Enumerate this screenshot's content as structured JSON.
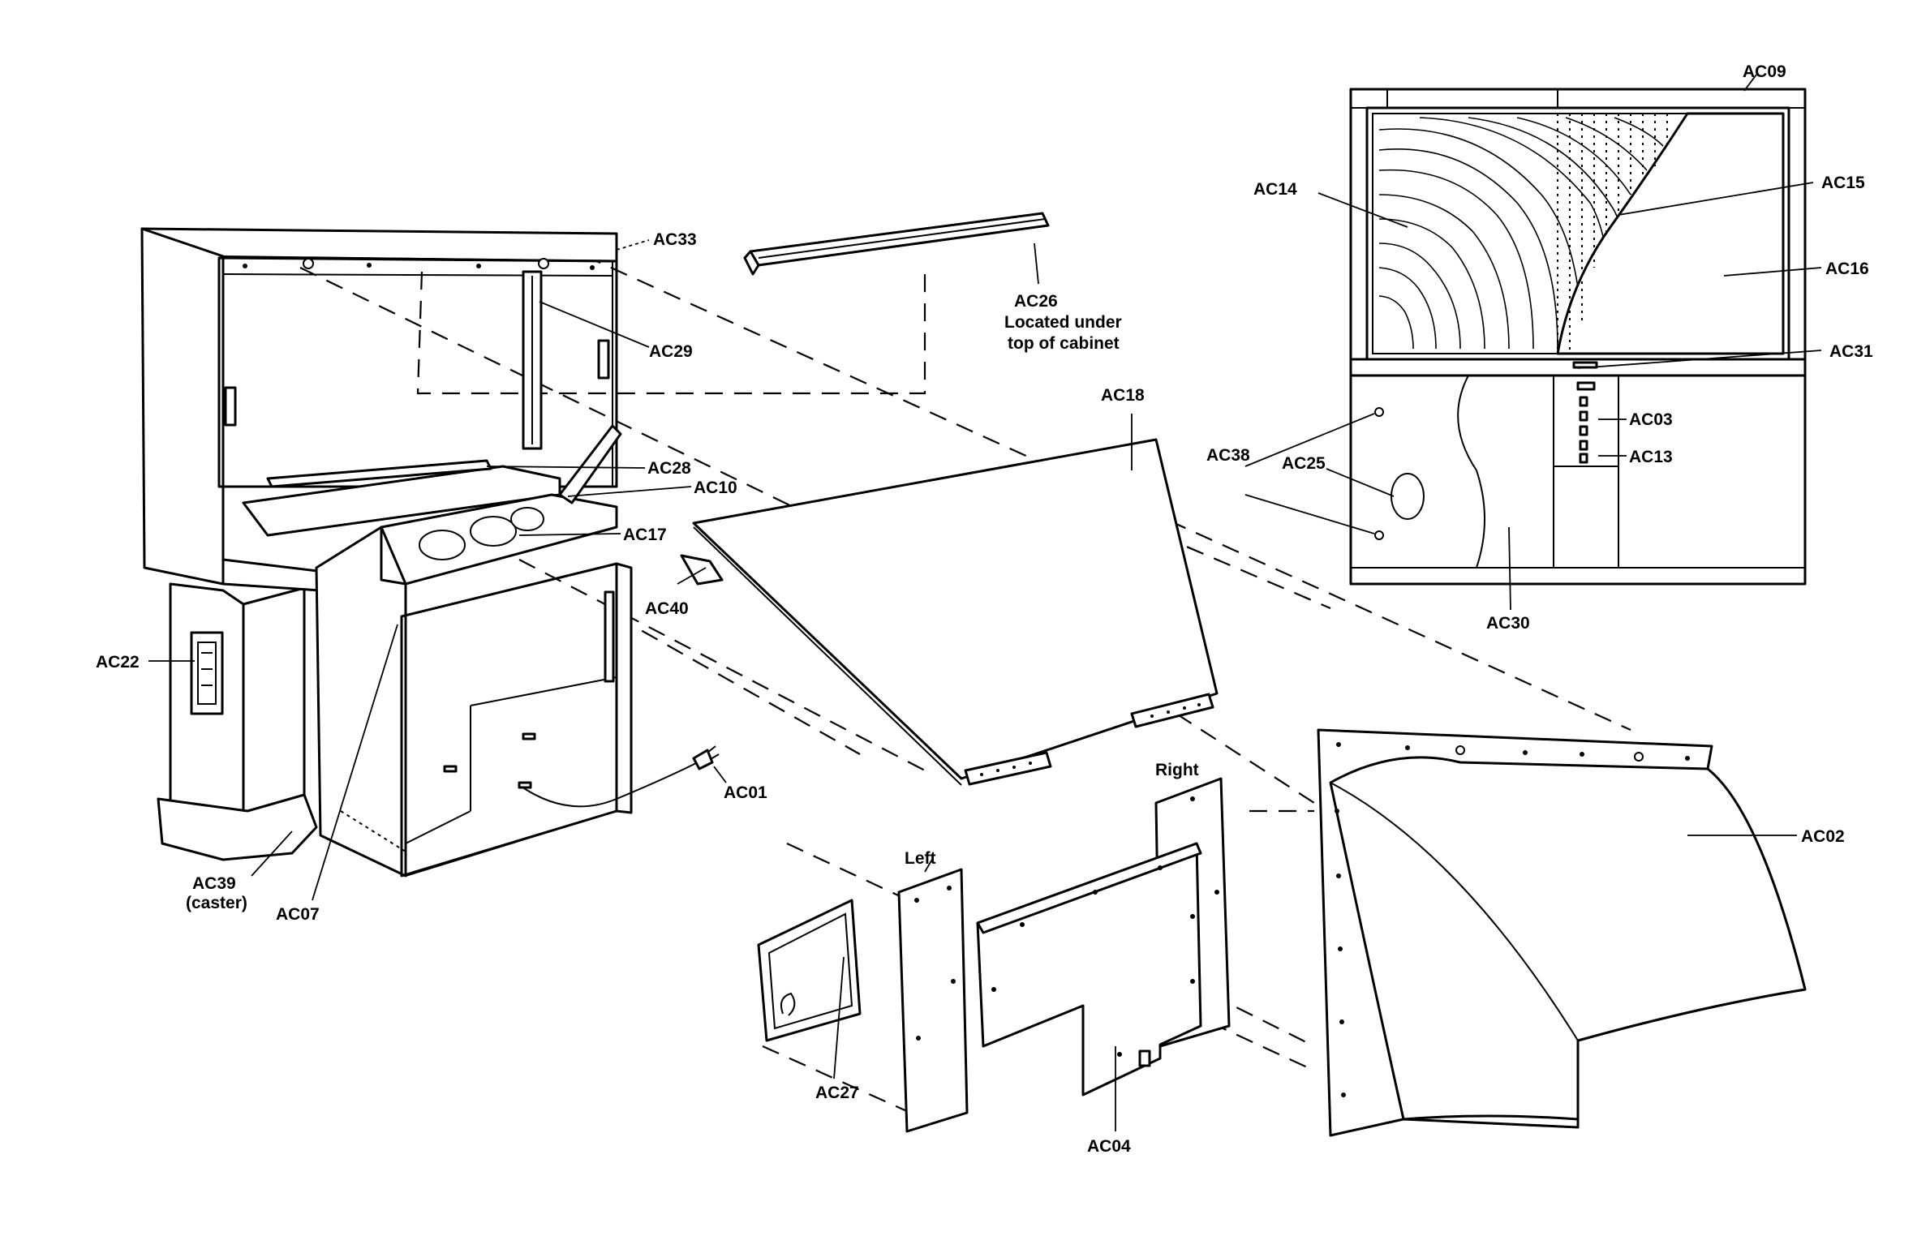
{
  "labels": {
    "ac01": "AC01",
    "ac02": "AC02",
    "ac03": "AC03",
    "ac04": "AC04",
    "ac07": "AC07",
    "ac09": "AC09",
    "ac10": "AC10",
    "ac13": "AC13",
    "ac14": "AC14",
    "ac15": "AC15",
    "ac16": "AC16",
    "ac17": "AC17",
    "ac18": "AC18",
    "ac22": "AC22",
    "ac25": "AC25",
    "ac26": "AC26",
    "ac26_note_1": "Located under",
    "ac26_note_2": "top of cabinet",
    "ac27": "AC27",
    "ac28": "AC28",
    "ac29": "AC29",
    "ac30": "AC30",
    "ac31": "AC31",
    "ac33": "AC33",
    "ac38": "AC38",
    "ac39": "AC39",
    "ac39_note": "(caster)",
    "ac40": "AC40",
    "left": "Left",
    "right": "Right"
  }
}
